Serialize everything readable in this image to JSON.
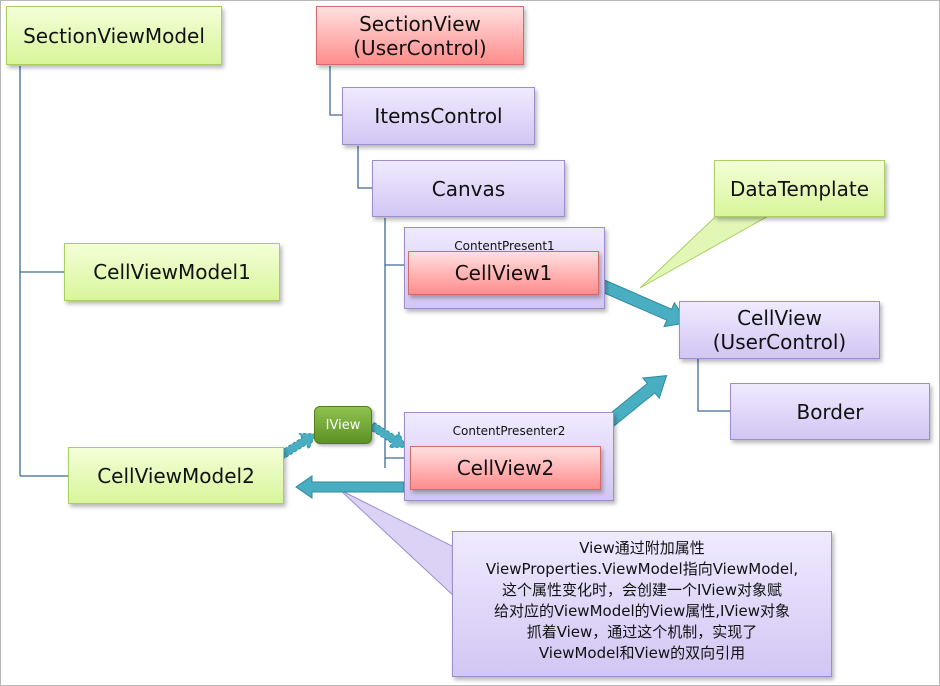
{
  "view_models": {
    "section": "SectionViewModel",
    "cell1": "CellViewModel1",
    "cell2": "CellViewModel2"
  },
  "views": {
    "section_view_line1": "SectionView",
    "section_view_line2": "(UserControl)",
    "items_control": "ItemsControl",
    "canvas": "Canvas",
    "content_present1": "ContentPresent1",
    "cell_view1": "CellView1",
    "content_presenter2": "ContentPresenter2",
    "cell_view2": "CellView2",
    "data_template": "DataTemplate",
    "cell_view_line1": "CellView",
    "cell_view_line2": "(UserControl)",
    "border": "Border"
  },
  "iview_label": "IView",
  "note": {
    "lines": [
      "View通过附加属性",
      "ViewProperties.ViewModel指向ViewModel,",
      "这个属性变化时，会创建一个IView对象赋",
      "给对应的ViewModel的View属性,IView对象",
      "抓着View，通过这个机制，实现了",
      "ViewModel和View的双向引用"
    ]
  },
  "colors": {
    "green_fill": "#d8f59a",
    "red_fill": "#ff8c8c",
    "purple_fill": "#d2c6f3",
    "arrow": "#4aaec2",
    "line": "#3d6b9a"
  }
}
